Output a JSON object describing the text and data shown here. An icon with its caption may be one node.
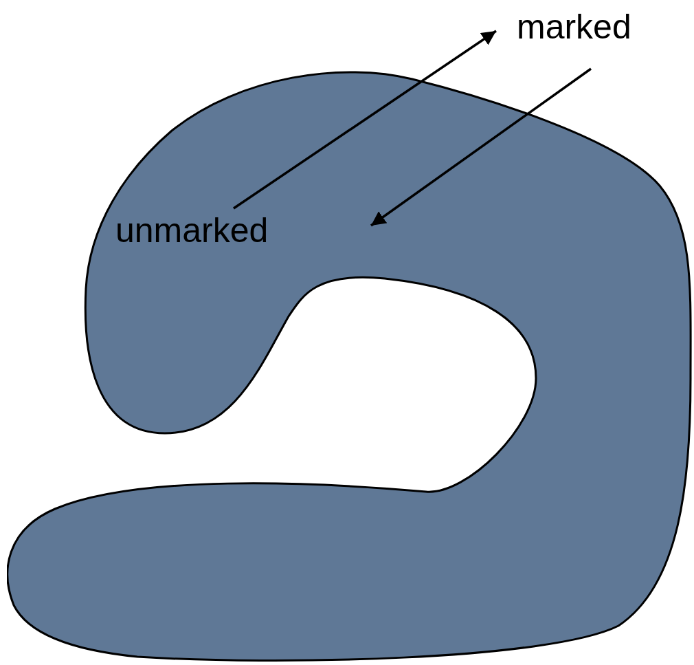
{
  "diagram": {
    "nodes": [
      {
        "text": [
          "unmarked"
        ]
      },
      {
        "text": [
          "marked"
        ]
      }
    ],
    "edges": [
      {
        "from": 0,
        "to": 1,
        "arrow": "to"
      },
      {
        "from": 1,
        "to": 0,
        "arrow": "to"
      }
    ]
  }
}
